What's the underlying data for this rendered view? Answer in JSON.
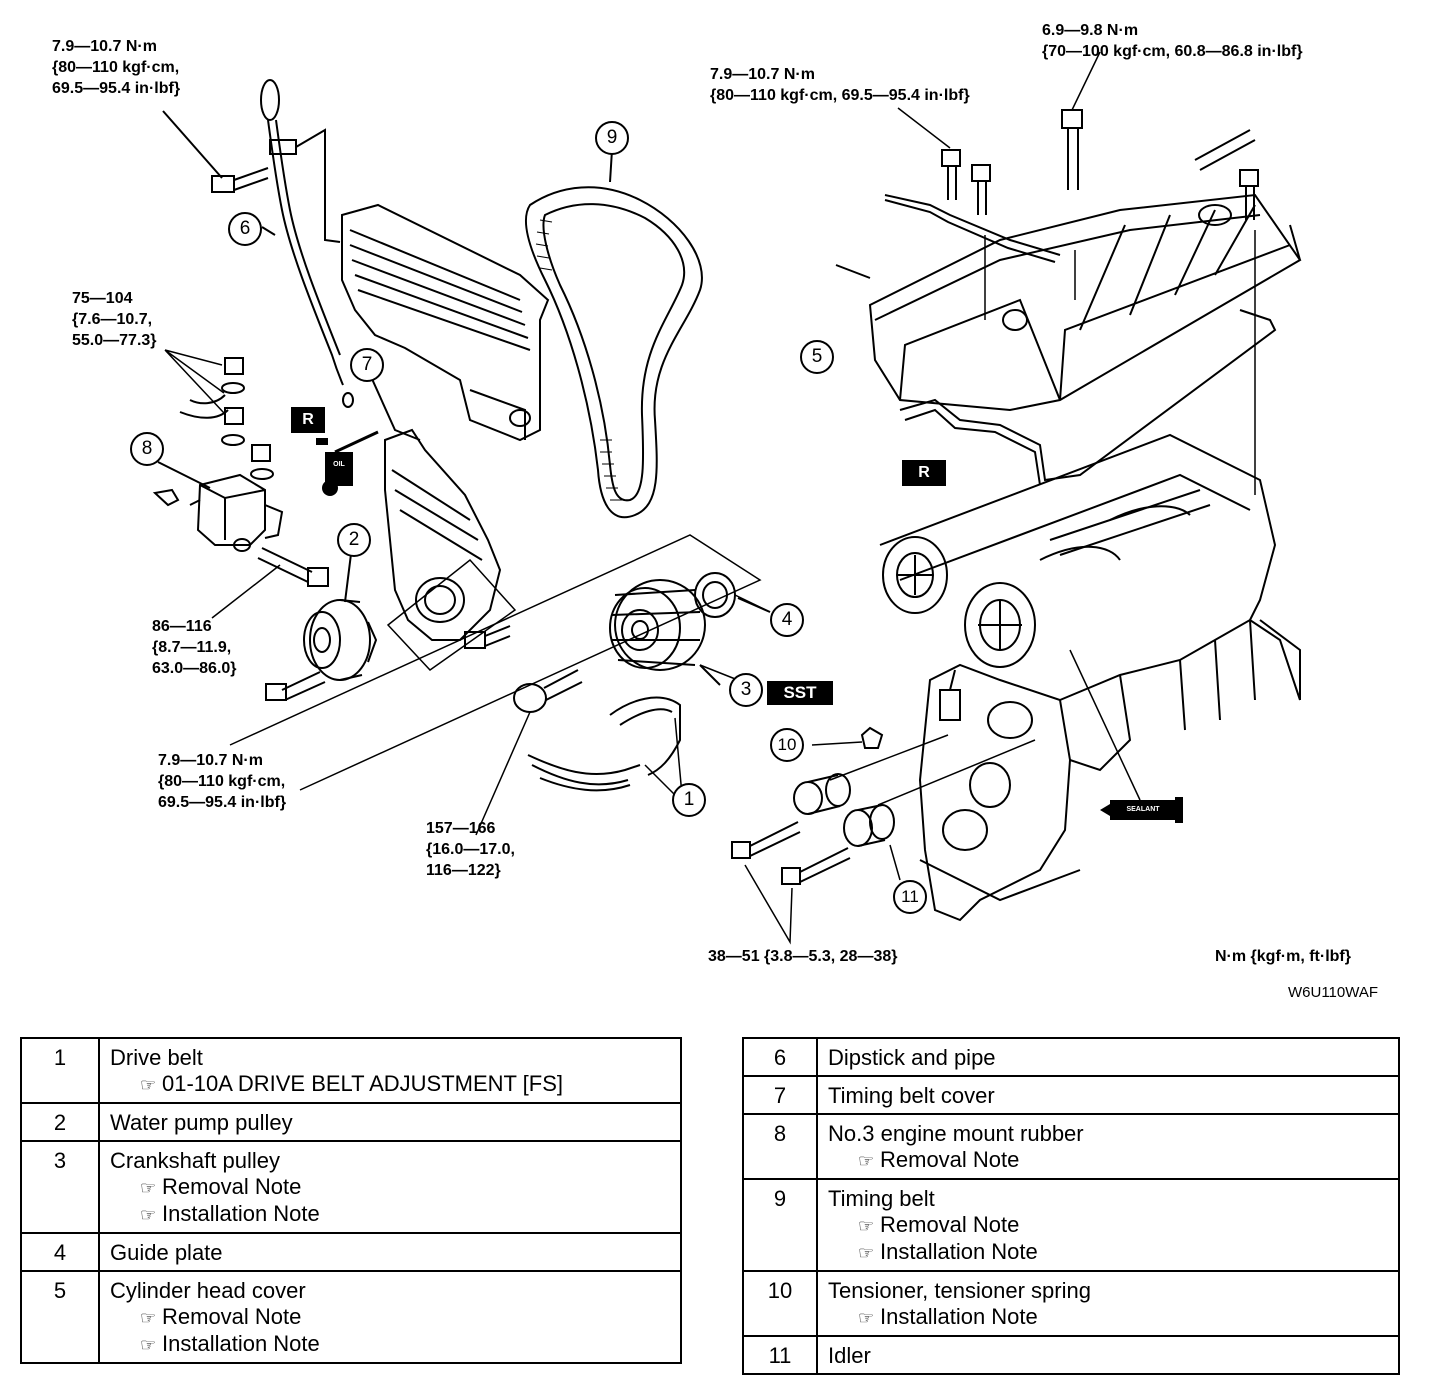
{
  "diagram": {
    "torques": {
      "dipstick_bolt": [
        "7.9—10.7 N·m",
        "{80—110 kgf·cm,",
        "69.5—95.4 in·lbf}"
      ],
      "mount_nuts": [
        "75—104",
        "{7.6—10.7,",
        "55.0—77.3}"
      ],
      "mount_bolt": [
        "86—116",
        "{8.7—11.9,",
        "63.0—86.0}"
      ],
      "cover_bolts": [
        "7.9—10.7 N·m",
        "{80—110 kgf·cm,",
        "69.5—95.4 in·lbf}"
      ],
      "crank_bolt": [
        "157—166",
        "{16.0—17.0,",
        "116—122}"
      ],
      "head_cover_bolt": [
        "7.9—10.7 N·m",
        "{80—110 kgf·cm, 69.5—95.4 in·lbf}"
      ],
      "head_cover_bolt2": [
        "6.9—9.8 N·m",
        "{70—100 kgf·cm, 60.8—86.8 in·lbf}"
      ],
      "tensioner_bolts": "38—51 {3.8—5.3, 28—38}"
    },
    "unit_note": "N·m {kgf·m, ft·lbf}",
    "figure_code": "W6U110WAF",
    "tags": {
      "r1": "R",
      "r2": "R",
      "sst": "SST",
      "oil": "OIL",
      "sealant": "SEALANT"
    },
    "callouts": {
      "c1": "1",
      "c2": "2",
      "c3": "3",
      "c4": "4",
      "c5": "5",
      "c6": "6",
      "c7": "7",
      "c8": "8",
      "c9": "9",
      "c10": "10",
      "c11": "11"
    }
  },
  "parts_left": [
    {
      "num": "1",
      "name": "Drive belt",
      "refs": [
        "01-10A DRIVE BELT ADJUSTMENT [FS]"
      ]
    },
    {
      "num": "2",
      "name": "Water pump pulley",
      "refs": []
    },
    {
      "num": "3",
      "name": "Crankshaft pulley",
      "refs": [
        "Removal Note",
        "Installation Note"
      ]
    },
    {
      "num": "4",
      "name": "Guide plate",
      "refs": []
    },
    {
      "num": "5",
      "name": "Cylinder head cover",
      "refs": [
        "Removal Note",
        "Installation Note"
      ]
    }
  ],
  "parts_right": [
    {
      "num": "6",
      "name": "Dipstick and pipe",
      "refs": []
    },
    {
      "num": "7",
      "name": "Timing belt cover",
      "refs": []
    },
    {
      "num": "8",
      "name": "No.3 engine mount rubber",
      "refs": [
        "Removal Note"
      ]
    },
    {
      "num": "9",
      "name": "Timing belt",
      "refs": [
        "Removal Note",
        "Installation Note"
      ]
    },
    {
      "num": "10",
      "name": "Tensioner, tensioner spring",
      "refs": [
        "Installation Note"
      ]
    },
    {
      "num": "11",
      "name": "Idler",
      "refs": []
    }
  ],
  "ref_icon": "hand-pointer-icon"
}
